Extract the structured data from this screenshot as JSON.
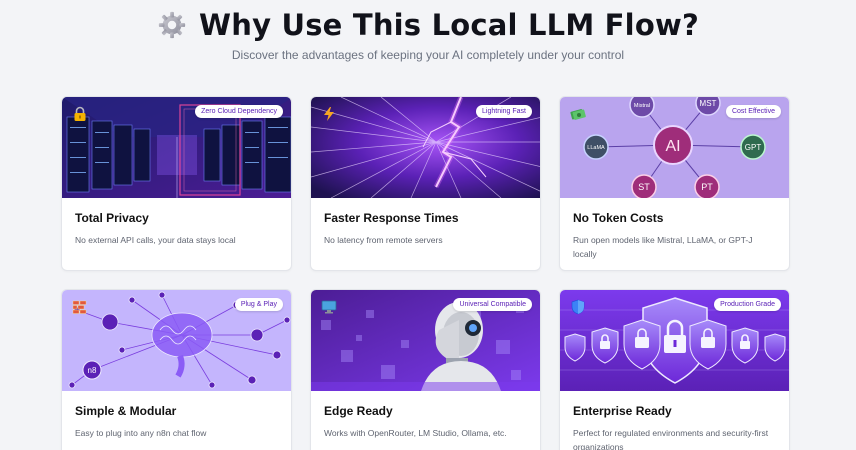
{
  "page": {
    "title": "Why Use This Local LLM Flow?",
    "subtitle": "Discover the advantages of keeping your AI completely under your control",
    "title_icon": "gear-icon"
  },
  "cards": [
    {
      "title": "Total Privacy",
      "description": "No external API calls, your data stays local",
      "badge": "Zero Cloud Dependency",
      "icon": "lock-icon"
    },
    {
      "title": "Faster Response Times",
      "description": "No latency from remote servers",
      "badge": "Lightning Fast",
      "icon": "lightning-icon"
    },
    {
      "title": "No Token Costs",
      "description": "Run open models like Mistral, LLaMA, or GPT-J locally",
      "badge": "Cost Effective",
      "icon": "money-icon",
      "node_labels": {
        "center": "AI",
        "top_left": "Mistral",
        "top_right": "MST",
        "left": "LLaMA",
        "right": "GPT",
        "bottom_left": "ST",
        "bottom_right": "PT"
      }
    },
    {
      "title": "Simple & Modular",
      "description": "Easy to plug into any n8n chat flow",
      "badge": "Plug & Play",
      "icon": "bricks-icon",
      "node_labels": {
        "node": "n8"
      }
    },
    {
      "title": "Edge Ready",
      "description": "Works with OpenRouter, LM Studio, Ollama, etc.",
      "badge": "Universal Compatible",
      "icon": "monitor-icon"
    },
    {
      "title": "Enterprise Ready",
      "description": "Perfect for regulated environments and security-first organizations",
      "badge": "Production Grade",
      "icon": "shield-icon"
    }
  ],
  "colors": {
    "accent": "#7c3aed",
    "badge_text": "#5b21b6",
    "background": "#f3f4f7"
  }
}
